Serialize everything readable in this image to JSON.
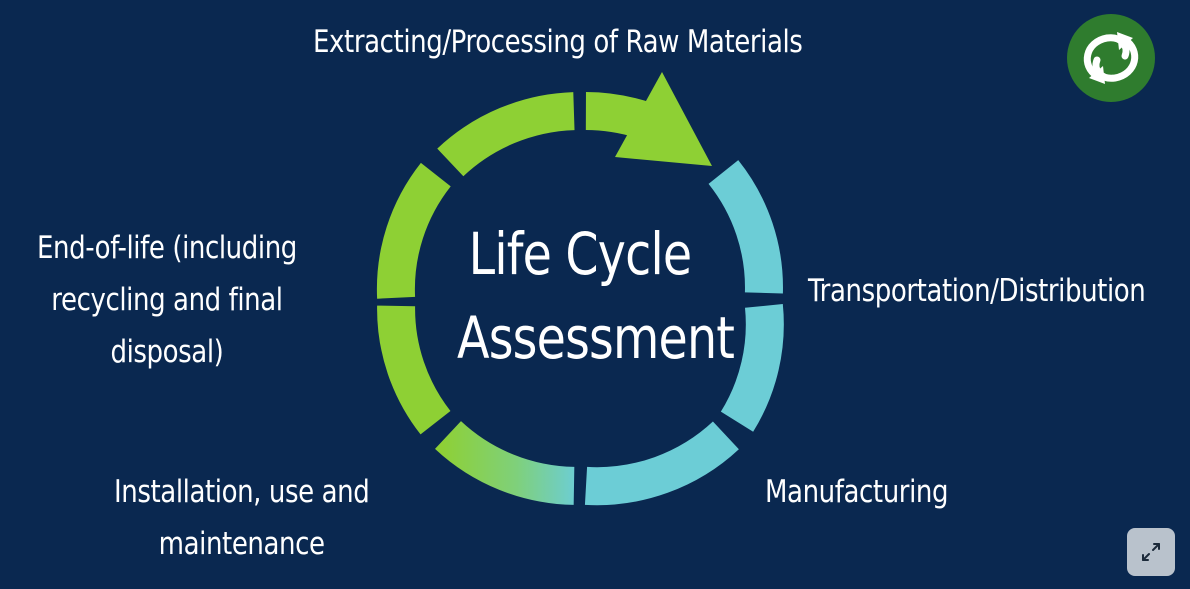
{
  "diagram": {
    "center_title": [
      "Life Cycle",
      "Assessment"
    ],
    "stages": {
      "top": [
        "Extracting/Processing of Raw Materials"
      ],
      "right": [
        "Transportation/Distribution"
      ],
      "bottom_right": [
        "Manufacturing"
      ],
      "bottom_left": [
        "Installation, use and",
        "maintenance"
      ],
      "left": [
        "End-of-life (including",
        "recycling and final",
        "disposal)"
      ]
    }
  },
  "icons": {
    "logo": "recycle-arrows-icon",
    "expand": "expand-arrows-icon"
  },
  "colors": {
    "background": "#0a2850",
    "green": "#8ed034",
    "teal": "#6ccdd6",
    "logo_green": "#2f7c2e"
  }
}
